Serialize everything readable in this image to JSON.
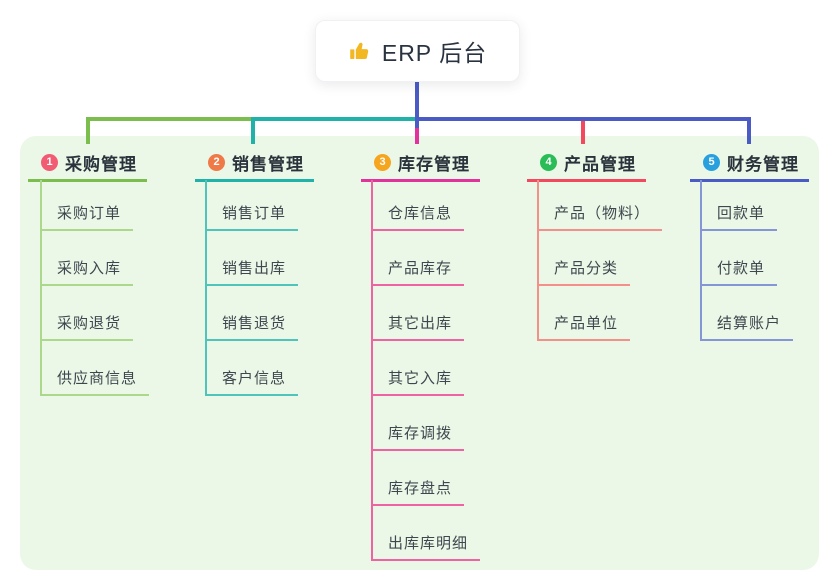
{
  "root": {
    "title": "ERP 后台",
    "icon": "thumbs-up-icon"
  },
  "branches": [
    {
      "badge": "1",
      "label": "采购管理",
      "badge_color": "#F25C73",
      "line_color": "#7CBE4E",
      "line_light": "#ACD88C",
      "children": [
        "采购订单",
        "采购入库",
        "采购退货",
        "供应商信息"
      ]
    },
    {
      "badge": "2",
      "label": "销售管理",
      "badge_color": "#EF7A47",
      "line_color": "#20B2A8",
      "line_light": "#4FC4BA",
      "children": [
        "销售订单",
        "销售出库",
        "销售退货",
        "客户信息"
      ]
    },
    {
      "badge": "3",
      "label": "库存管理",
      "badge_color": "#F6A51F",
      "line_color": "#E2339C",
      "line_light": "#F063A2",
      "children": [
        "仓库信息",
        "产品库存",
        "其它出库",
        "其它入库",
        "库存调拨",
        "库存盘点",
        "出库库明细"
      ]
    },
    {
      "badge": "4",
      "label": "产品管理",
      "badge_color": "#2ABD57",
      "line_color": "#F4485E",
      "line_light": "#F29089",
      "children": [
        "产品（物料）",
        "产品分类",
        "产品单位"
      ]
    },
    {
      "badge": "5",
      "label": "财务管理",
      "badge_color": "#28A0DE",
      "line_color": "#4A5BC6",
      "line_light": "#8496D6",
      "children": [
        "回款单",
        "付款单",
        "结算账户"
      ]
    }
  ],
  "colors": {
    "canvas_bg": "#FFFFFF",
    "panel_bg": "#ECF8E7",
    "root_connector": "#4A5BC6",
    "root_text": "#2A3440",
    "header_text": "#2A333C",
    "child_text": "#3E474F",
    "thumb_icon": "#F2B824"
  }
}
